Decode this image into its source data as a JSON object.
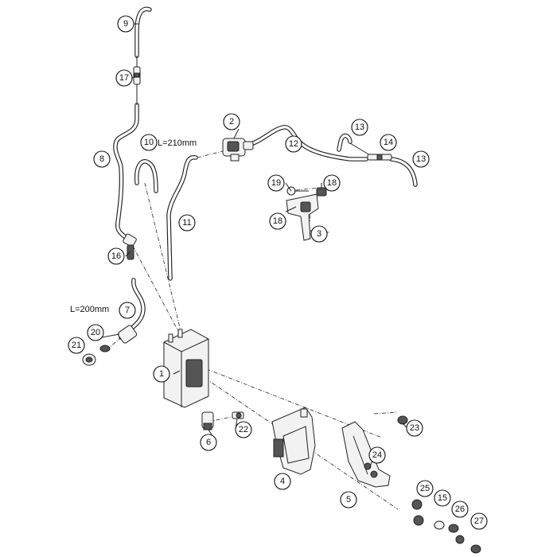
{
  "callouts": [
    {
      "id": "1",
      "label": "1"
    },
    {
      "id": "2",
      "label": "2"
    },
    {
      "id": "3",
      "label": "3"
    },
    {
      "id": "4",
      "label": "4"
    },
    {
      "id": "5",
      "label": "5"
    },
    {
      "id": "6",
      "label": "6"
    },
    {
      "id": "7",
      "label": "7"
    },
    {
      "id": "8",
      "label": "8"
    },
    {
      "id": "9",
      "label": "9"
    },
    {
      "id": "10",
      "label": "10"
    },
    {
      "id": "11",
      "label": "11"
    },
    {
      "id": "12",
      "label": "12"
    },
    {
      "id": "13a",
      "label": "13"
    },
    {
      "id": "13b",
      "label": "13"
    },
    {
      "id": "14",
      "label": "14"
    },
    {
      "id": "15",
      "label": "15"
    },
    {
      "id": "16",
      "label": "16"
    },
    {
      "id": "17",
      "label": "17"
    },
    {
      "id": "18a",
      "label": "18"
    },
    {
      "id": "18b",
      "label": "18"
    },
    {
      "id": "19",
      "label": "19"
    },
    {
      "id": "20",
      "label": "20"
    },
    {
      "id": "21",
      "label": "21"
    },
    {
      "id": "22",
      "label": "22"
    },
    {
      "id": "23",
      "label": "23"
    },
    {
      "id": "24",
      "label": "24"
    },
    {
      "id": "25",
      "label": "25"
    },
    {
      "id": "26",
      "label": "26"
    },
    {
      "id": "27",
      "label": "27"
    }
  ],
  "notes": {
    "length_10": "L=210mm",
    "length_7": "L=200mm"
  }
}
